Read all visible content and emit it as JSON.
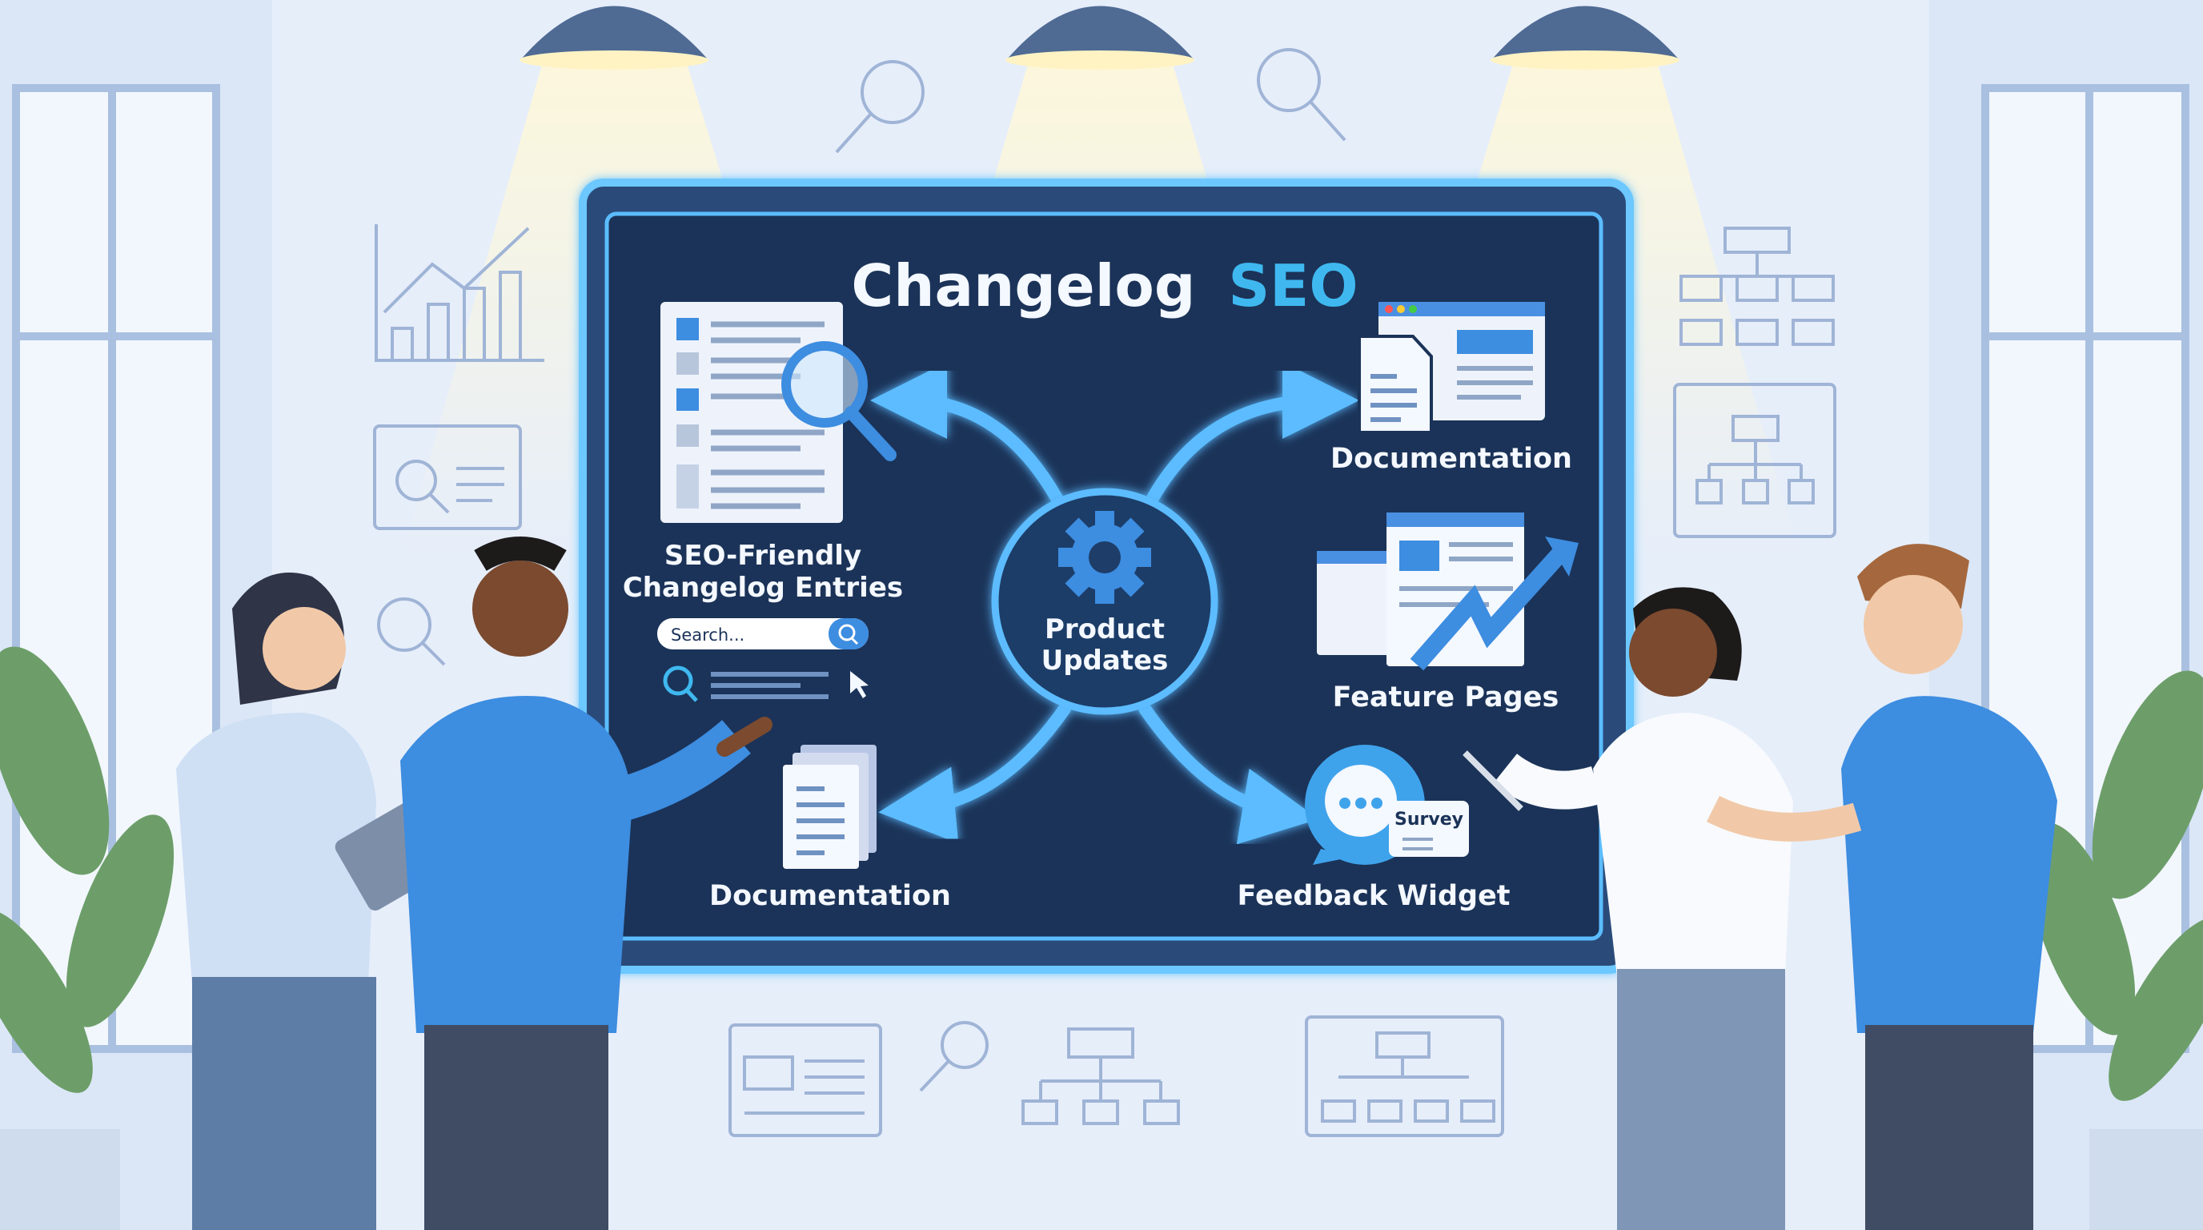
{
  "board": {
    "title_part1": "Changelog",
    "title_part2": "SEO",
    "center_label_line1": "Product",
    "center_label_line2": "Updates",
    "nodes": [
      {
        "id": "seo-entries",
        "label_line1": "SEO-Friendly",
        "label_line2": "Changelog Entries",
        "icon": "document-search-icon"
      },
      {
        "id": "documentation-top",
        "label": "Documentation",
        "icon": "browser-document-icon"
      },
      {
        "id": "feature-pages",
        "label": "Feature Pages",
        "icon": "trend-chart-icon"
      },
      {
        "id": "documentation-bottom",
        "label": "Documentation",
        "icon": "document-stack-icon"
      },
      {
        "id": "feedback-widget",
        "label": "Feedback Widget",
        "icon": "chat-bubble-icon",
        "badge": "Survey"
      }
    ],
    "search": {
      "placeholder": "Search..."
    }
  },
  "colors": {
    "board_bg": "#1b3358",
    "glow": "#5bbcff",
    "title_accent": "#3fb8f0",
    "background": "#e8f0fb",
    "sweater": "#3d8de0"
  }
}
